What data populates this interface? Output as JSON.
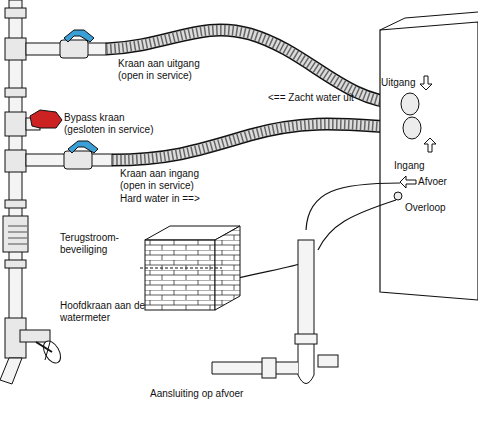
{
  "diagram": {
    "labels": [
      "Kraan aan uitgang (open in service)",
      "<== Zacht water uit",
      "Bypass kraan (gesloten in service)",
      "Kraan aan ingang (open in service)",
      "Hard water in ==>",
      "Terugstroom- beveiliging",
      "Hoofdkraan aan de watermeter",
      "Uitgang",
      "Ingang",
      "Afvoer",
      "Overloop",
      "Aansluiting op afvoer"
    ]
  }
}
